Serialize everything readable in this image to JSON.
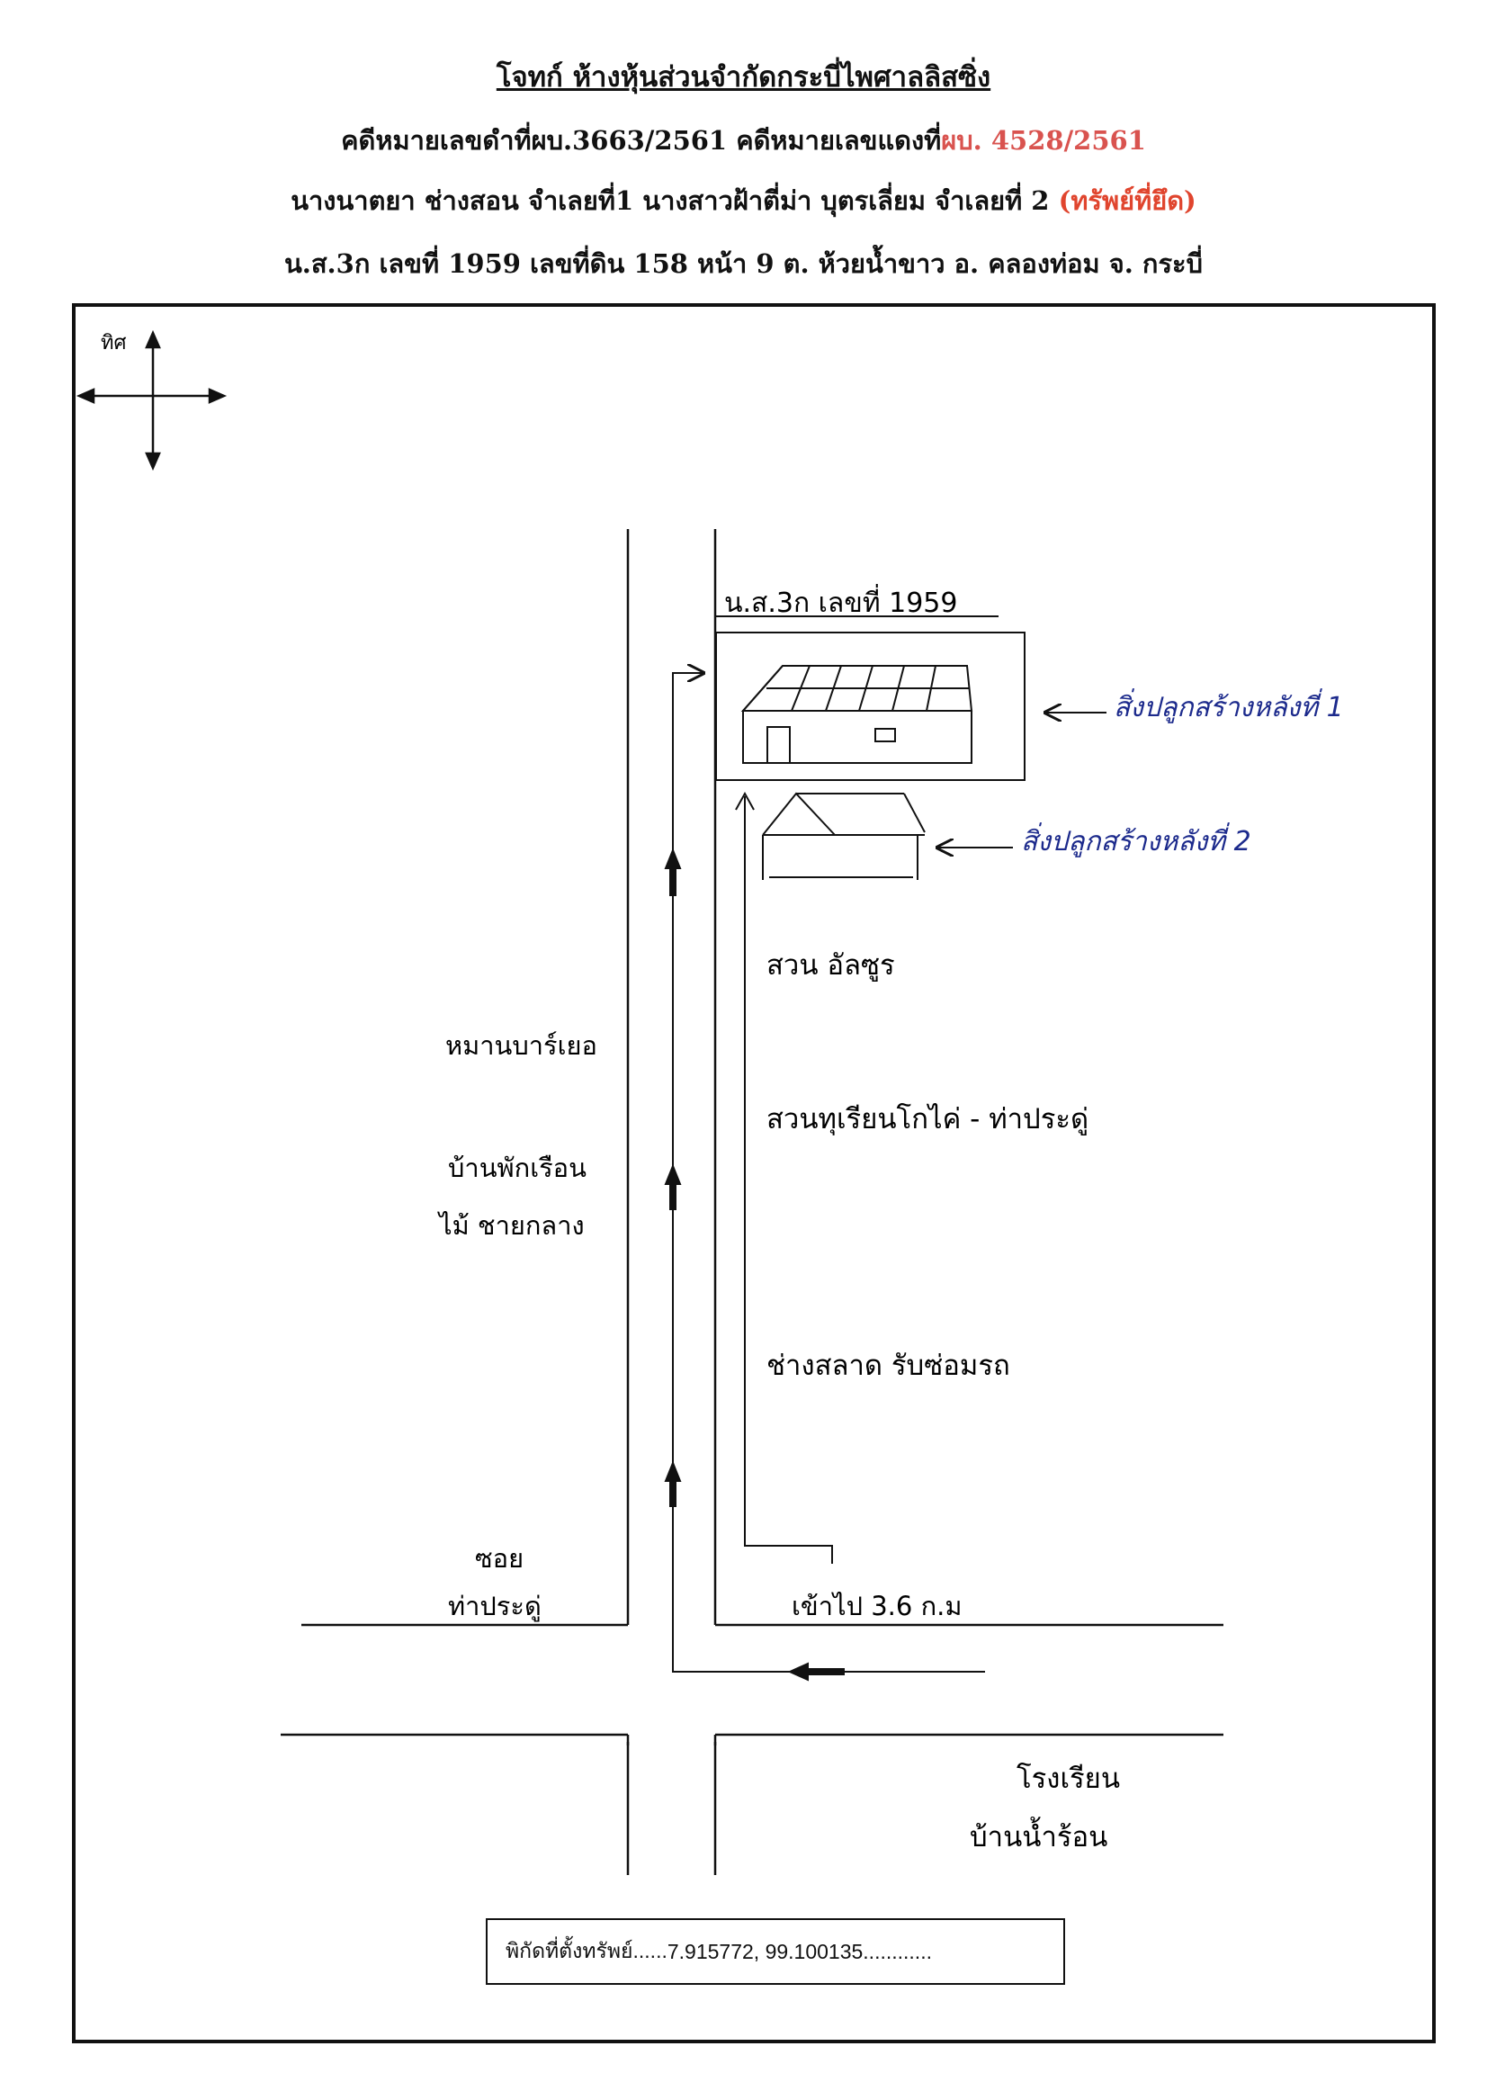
{
  "header": {
    "plaintiff": "โจทก์  ห้างหุ้นส่วนจำกัดกระบี่ไพศาลลิสซิ่ง",
    "case_black_label": "คดีหมายเลขดำที่ผบ.3663/2561 คดีหมายเลขแดงที่",
    "case_red_number": "ผบ. 4528/2561",
    "defendants": "นางนาตยา  ช่างสอน  จำเลยที่1  นางสาวฝ้าตี่ม่า  บุตรเลี่ยม  จำเลยที่ 2",
    "seized_tag": "(ทรัพย์ที่ยึด)",
    "title_deed": "น.ส.3ก  เลขที่   1959 เลขที่ดิน  158 หน้า  9  ต. ห้วยน้ำขาว อ. คลองท่อม จ. กระบี่"
  },
  "compass": {
    "label": "ทิศ"
  },
  "map_labels": {
    "parcel": "น.ส.3ก เลขที่ 1959",
    "building1": "สิ่งปลูกสร้างหลังที่ 1",
    "building2": "สิ่งปลูกสร้างหลังที่ 2",
    "rambutan_orchard": "สวน อัลซูร",
    "durian_orchard": "สวนทุเรียนโกไค่ - ท่าประดู่",
    "car_shop": "ช่างสลาด รับซ่อมรถ",
    "village": "หมานบาร์เยอ",
    "woodhouse_line1": "บ้านพักเรือน",
    "woodhouse_line2": "ไม้ ชายกลาง",
    "soi_line1": "ซอย",
    "soi_line2": "ท่าประดู่",
    "distance": "เข้าไป 3.6 ก.ม",
    "school_line1": "โรงเรียน",
    "school_line2": "บ้านน้ำร้อน"
  },
  "coordinates": {
    "label": "พิกัดที่ตั้งทรัพย์......",
    "value": " 7.915772, 99.100135............"
  },
  "colors": {
    "ink_blue": "#1c2a8c",
    "red": "#d9534f",
    "black": "#111111"
  }
}
